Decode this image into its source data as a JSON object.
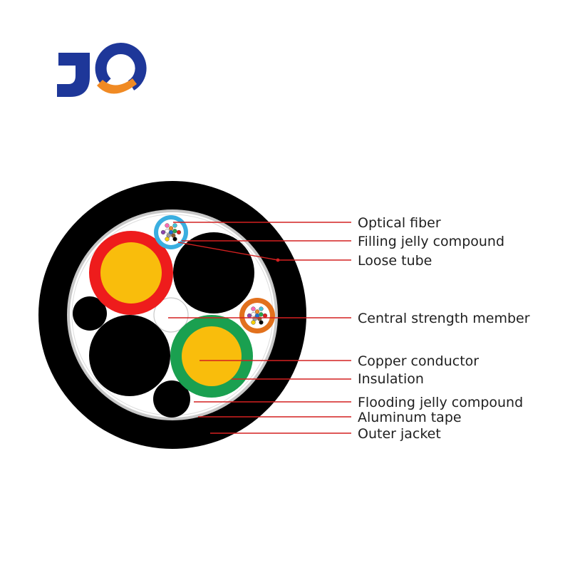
{
  "logo": {
    "text": "JQ",
    "primary_color": "#1e3799",
    "accent_color": "#f08a24"
  },
  "colors": {
    "jacket": "#000000",
    "aluminum_tape": "#c8c8c8",
    "flooding_jelly": "#ffffff",
    "copper": "#f9bd0c",
    "insulation_red": "#ee1c1c",
    "insulation_green": "#1aa050",
    "filler": "#000000",
    "loose_tube_blue": "#3aaee0",
    "loose_tube_orange": "#e2711d",
    "central_member": "#ffffff",
    "leader_line": "#d42020"
  },
  "fiber_colors": [
    "#1e6fd1",
    "#f08a24",
    "#2aa84a",
    "#8b5a2b",
    "#9a9a9a",
    "#ffffff",
    "#e02020",
    "#000000",
    "#f5d000",
    "#8e44ad",
    "#ff69b4",
    "#40c4d8"
  ],
  "labels": [
    "Optical fiber",
    "Filling jelly compound",
    "Loose tube",
    "Central strength member",
    "Copper conductor",
    "Insulation",
    "Flooding jelly compound",
    "Aluminum tape",
    "Outer jacket"
  ]
}
